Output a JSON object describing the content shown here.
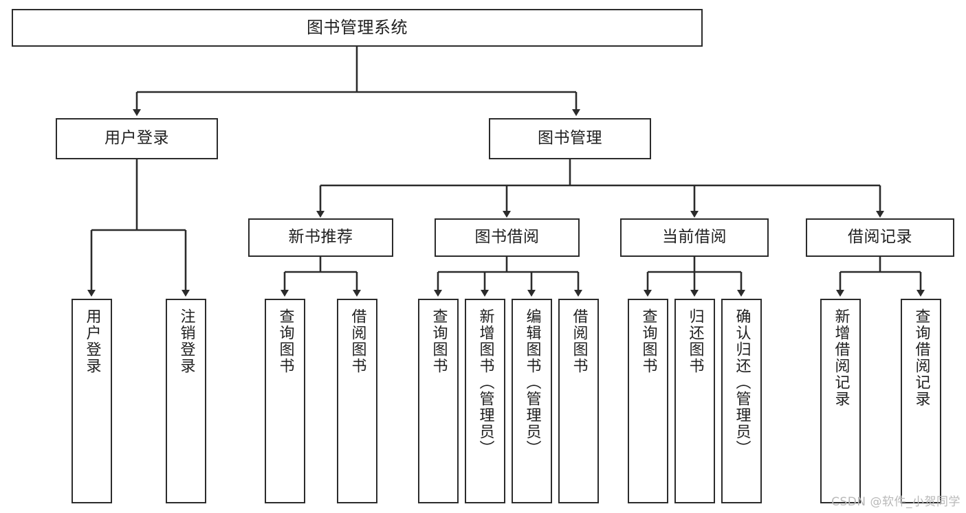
{
  "diagram": {
    "title": "图书管理系统",
    "type": "tree-hierarchy-chart",
    "colors": {
      "border": "#2b2b2b",
      "fill": "#ffffff",
      "text": "#1f1f1f",
      "watermark": "#b9b9b9"
    },
    "nodes": {
      "root": {
        "label": "图书管理系统"
      },
      "level2": [
        {
          "label": "用户登录"
        },
        {
          "label": "图书管理"
        }
      ],
      "level3": [
        {
          "label": "新书推荐"
        },
        {
          "label": "图书借阅"
        },
        {
          "label": "当前借阅"
        },
        {
          "label": "借阅记录"
        }
      ],
      "leaves_user_login": [
        {
          "label": "用户登录"
        },
        {
          "label": "注销登录"
        }
      ],
      "leaves_new_book": [
        {
          "label": "查询图书"
        },
        {
          "label": "借阅图书"
        }
      ],
      "leaves_borrow": [
        {
          "label": "查询图书"
        },
        {
          "label": "新增图书（管理员）"
        },
        {
          "label": "编辑图书（管理员）"
        },
        {
          "label": "借阅图书"
        }
      ],
      "leaves_current": [
        {
          "label": "查询图书"
        },
        {
          "label": "归还图书"
        },
        {
          "label": "确认归还（管理员）"
        }
      ],
      "leaves_record": [
        {
          "label": "新增借阅记录"
        },
        {
          "label": "查询借阅记录"
        }
      ]
    },
    "watermark": "CSDN @软件_小贺同学"
  }
}
